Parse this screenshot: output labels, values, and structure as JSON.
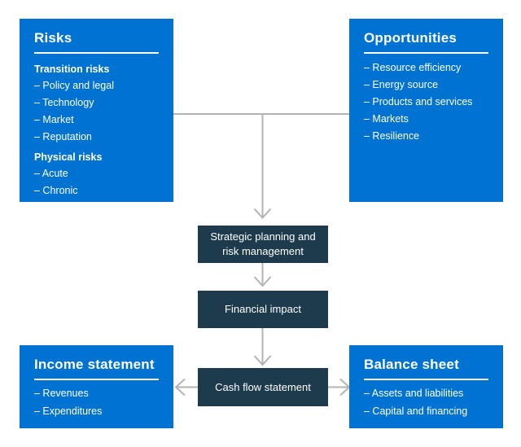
{
  "colors": {
    "panel_blue": "#0073d2",
    "panel_navy": "#1e3b4e",
    "connector_gray": "#b3b3b3",
    "text_white": "#ffffff",
    "background": "#ffffff"
  },
  "risks": {
    "title": "Risks",
    "groups": [
      {
        "heading": "Transition risks",
        "items": [
          "– Policy and legal",
          "– Technology",
          "– Market",
          "– Reputation"
        ]
      },
      {
        "heading": "Physical risks",
        "items": [
          "– Acute",
          "– Chronic"
        ]
      }
    ]
  },
  "opportunities": {
    "title": "Opportunities",
    "items": [
      "– Resource efficiency",
      "– Energy source",
      "– Products and services",
      "– Markets",
      "– Resilience"
    ]
  },
  "flow_boxes": {
    "strategic_planning": "Strategic planning and risk management",
    "financial_impact": "Financial impact",
    "cash_flow": "Cash flow statement"
  },
  "income_statement": {
    "title": "Income statement",
    "items": [
      "– Revenues",
      "– Expenditures"
    ]
  },
  "balance_sheet": {
    "title": "Balance sheet",
    "items": [
      "– Assets and liabilities",
      "– Capital and financing"
    ]
  }
}
